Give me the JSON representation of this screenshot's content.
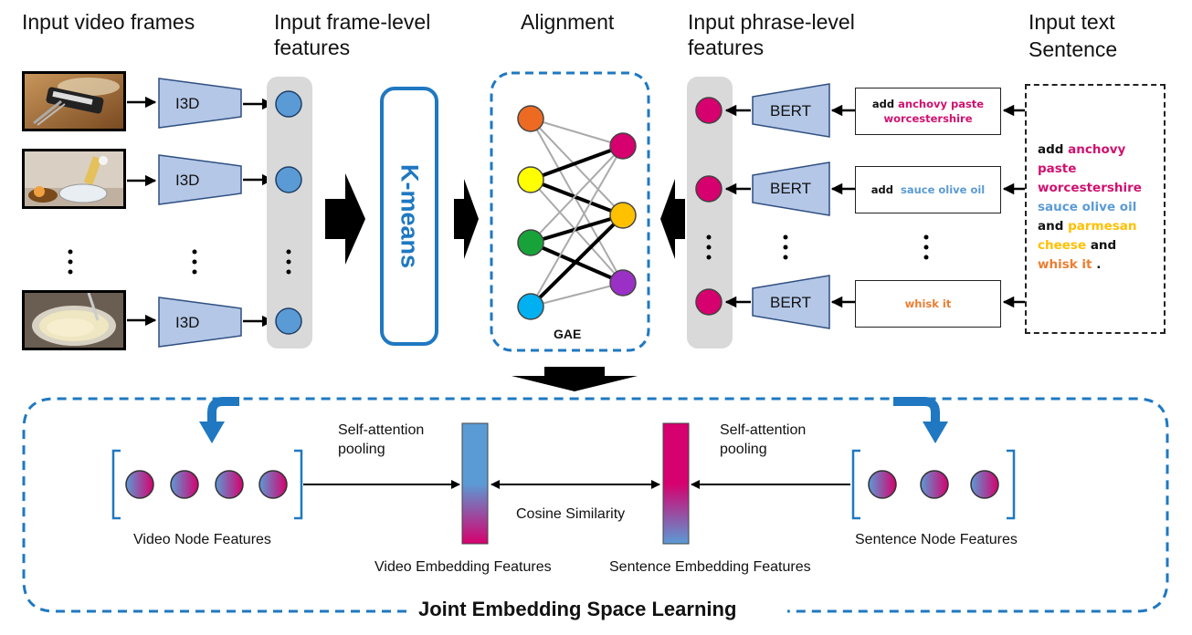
{
  "headers": {
    "video_frames": "Input video frames",
    "frame_features_line1": "Input frame-level",
    "frame_features_line2": "features",
    "alignment": "Alignment",
    "phrase_features_line1": "Input phrase-level",
    "phrase_features_line2": "features",
    "text_line1": "Input text",
    "text_line2": "Sentence"
  },
  "video_encoder": {
    "label": "I3D"
  },
  "kmeans": {
    "label": "K-means"
  },
  "gae": {
    "label": "GAE"
  },
  "text_encoder": {
    "label": "BERT"
  },
  "phrases": [
    {
      "parts": [
        {
          "text": "add ",
          "color": "#111111"
        },
        {
          "text": "anchovy paste",
          "color": "#d0116f"
        },
        {
          "text": "worcestershire",
          "color": "#d0116f"
        }
      ]
    },
    {
      "parts": [
        {
          "text": "add  ",
          "color": "#111111"
        },
        {
          "text": "sauce olive oil",
          "color": "#5b9bd5"
        }
      ]
    },
    {
      "parts": [
        {
          "text": "whisk it",
          "color": "#ed7d31"
        }
      ]
    }
  ],
  "sentence": [
    {
      "text": "add ",
      "color": "#111111"
    },
    {
      "text": "anchovy paste worcestershire",
      "color": "#d0116f"
    },
    {
      "text": " sauce olive oil",
      "color": "#5b9bd5"
    },
    {
      "text": " and ",
      "color": "#111111"
    },
    {
      "text": "parmesan cheese",
      "color": "#ffc000"
    },
    {
      "text": " and ",
      "color": "#111111"
    },
    {
      "text": "whisk it",
      "color": "#ed7d31"
    },
    {
      "text": " .",
      "color": "#111111"
    }
  ],
  "bottom": {
    "title": "Joint Embedding Space Learning",
    "self_attention_left_1": "Self-attention",
    "self_attention_left_2": "pooling",
    "self_attention_right_1": "Self-attention",
    "self_attention_right_2": "pooling",
    "cosine": "Cosine Similarity",
    "video_node": "Video Node Features",
    "video_embedding": "Video Embedding Features",
    "sentence_embedding": "Sentence Embedding Features",
    "sentence_node": "Sentence Node Features"
  },
  "colors": {
    "blue_dash": "#1f78c1",
    "node_blue": "#5b9bd5",
    "node_magenta": "#d6006e",
    "encoder_fill": "#b4c7e7",
    "gray_panel": "#d9d9d9",
    "gae_nodes": [
      "#ed6a23",
      "#ffff00",
      "#18a33a",
      "#00b0f0",
      "#d6006e",
      "#ffc000",
      "#9b30c6"
    ]
  }
}
